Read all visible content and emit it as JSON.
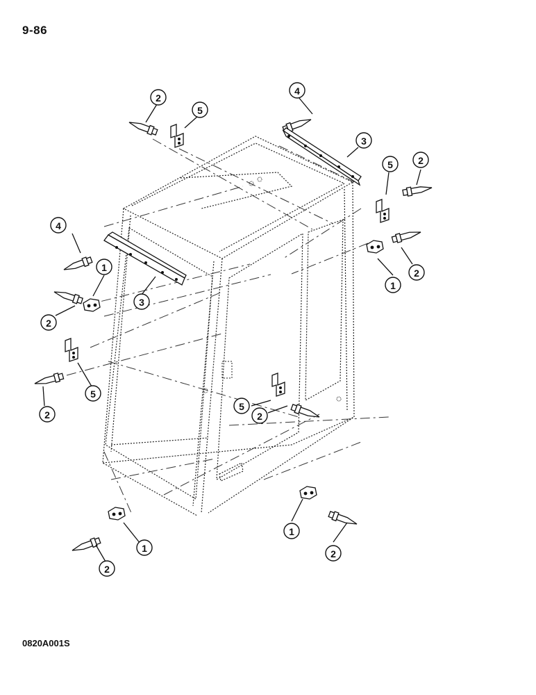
{
  "page": {
    "page_number": "9-86",
    "figure_code": "0820A001S"
  },
  "callouts": {
    "c2_top_left": "2",
    "c5_top_left": "5",
    "c4_top_right": "4",
    "c3_top_right": "3",
    "c5_right": "5",
    "c2_right": "2",
    "c4_left": "4",
    "c1_left": "1",
    "c3_left": "3",
    "c2_left": "2",
    "c1_right": "1",
    "c2_right_lower": "2",
    "c5_left": "5",
    "c2_left_lower": "2",
    "c5_center": "5",
    "c2_center": "2",
    "c1_bottom_right": "1",
    "c2_bottom_right": "2",
    "c1_bottom_left": "1",
    "c2_bottom_left": "2"
  }
}
